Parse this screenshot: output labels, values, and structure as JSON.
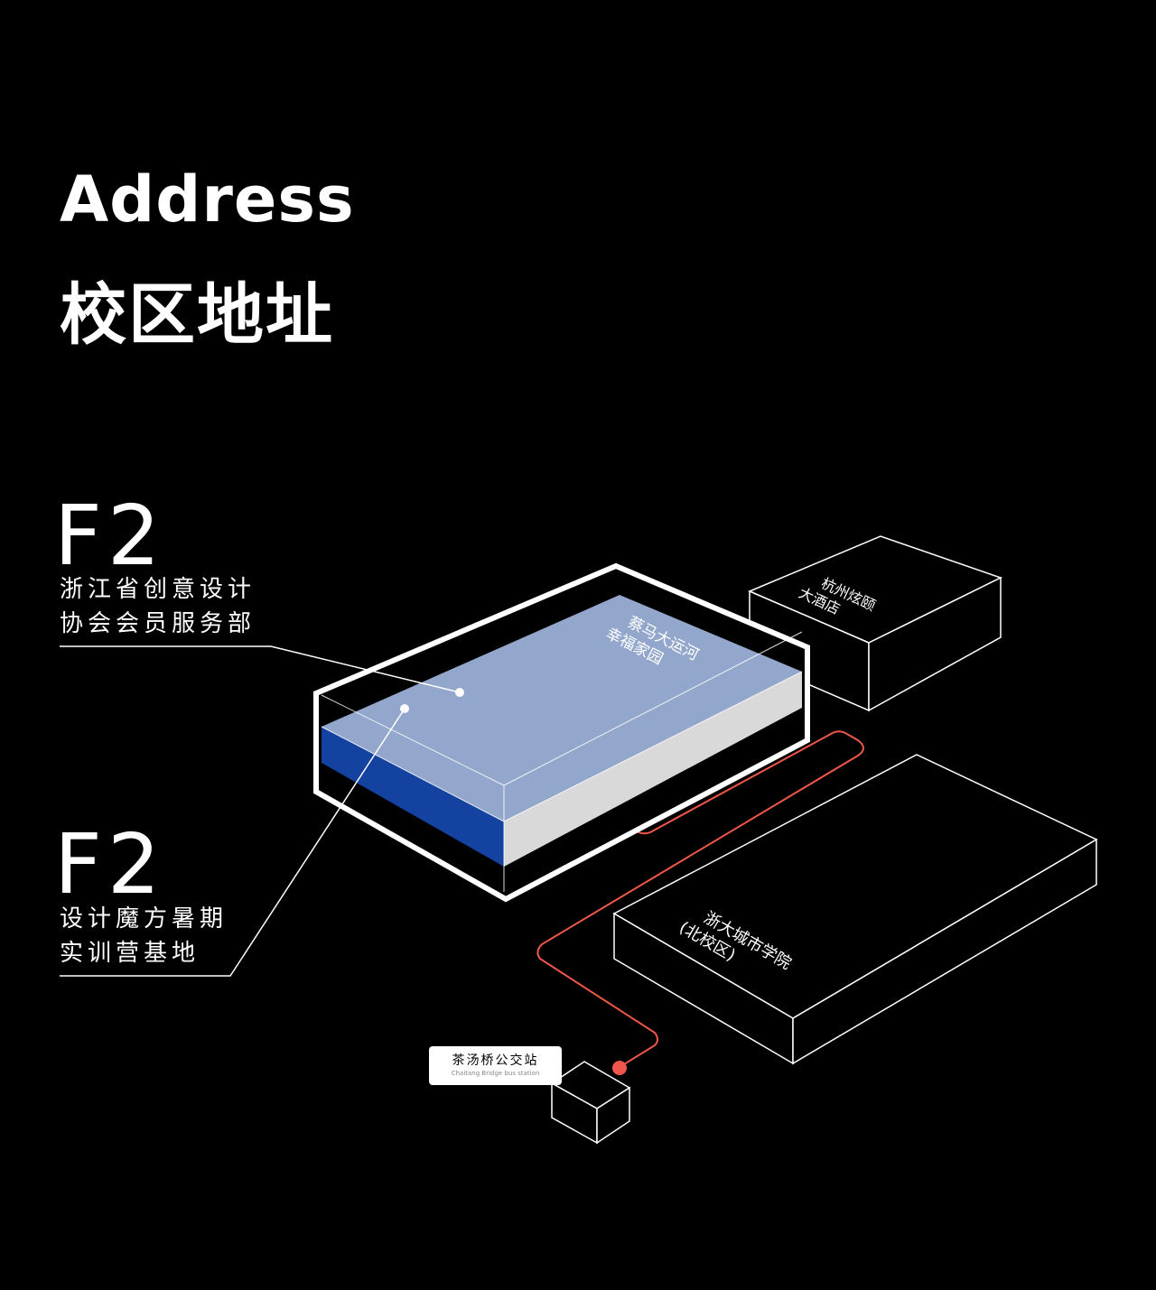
{
  "header": {
    "title_en": "Address",
    "title_cn": "校区地址"
  },
  "floors": [
    {
      "code": "F2",
      "desc_line1": "浙江省创意设计",
      "desc_line2": "协会会员服务部"
    },
    {
      "code": "F2",
      "desc_line1": "设计魔方暑期",
      "desc_line2": "实训营基地"
    }
  ],
  "buildings": {
    "main_line1": "蔡马大运河",
    "main_line2": "幸福家园",
    "hotel_line1": "杭州炫颐",
    "hotel_line2": "大酒店",
    "college_line1": "浙大城市学院",
    "college_line2": "(北校区)"
  },
  "bus_stop": {
    "name_cn": "茶汤桥公交站",
    "name_en": "Chaitang Bridge bus station"
  },
  "colors": {
    "background": "#000000",
    "top_layer": "#93a7cc",
    "middle_layer": "#d9d9d9",
    "bottom_layer": "#1442a0",
    "route": "#f0574a"
  }
}
